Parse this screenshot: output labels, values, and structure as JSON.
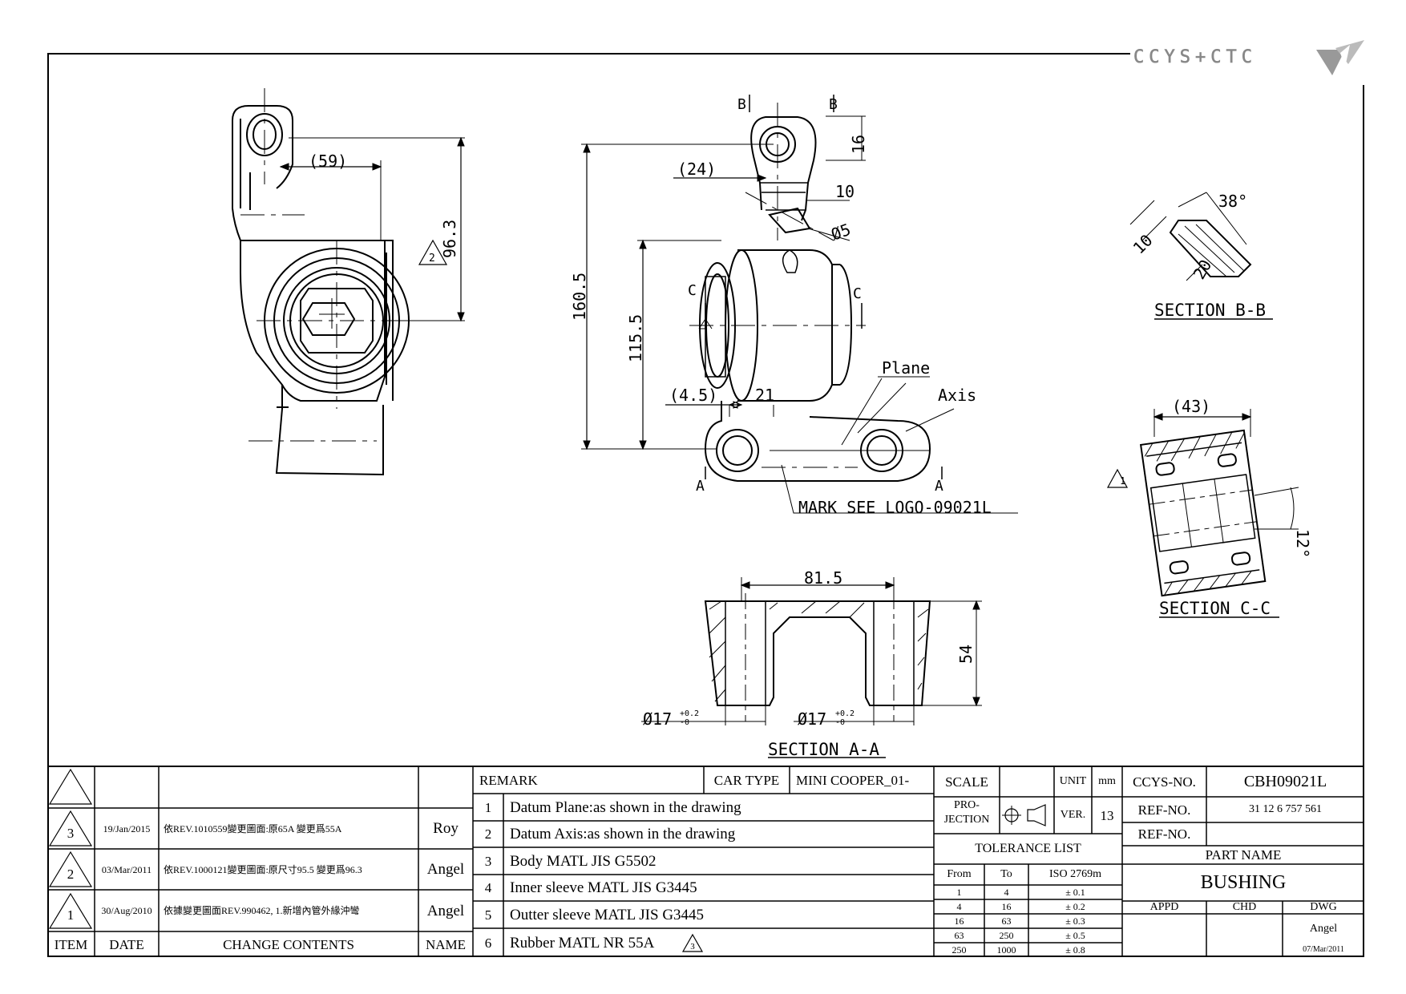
{
  "logo_text": "CCYS+CTC",
  "dims": {
    "d59": "(59)",
    "d963": "96.3",
    "d1605": "160.5",
    "d1155": "115.5",
    "d24": "(24)",
    "d16": "16",
    "d10": "10",
    "d5": "Ø5",
    "d45": "(4.5)",
    "d21": "21",
    "d815": "81.5",
    "d54": "54",
    "phi17a": "Ø17",
    "phi17b": "Ø17",
    "tol_up": "+0.2",
    "tol_dn": "-0",
    "d43": "(43)",
    "d12": "12°",
    "d38": "38°",
    "d10b": "10",
    "d20": "20",
    "rev2": "2",
    "rev1": "1",
    "rev3": "3"
  },
  "labels": {
    "plane": "Plane",
    "axis": "Axis",
    "mark": "MARK SEE LOGO-09021L",
    "sec_aa": "SECTION A-A",
    "sec_bb": "SECTION B-B",
    "sec_cc": "SECTION C-C",
    "A1": "A",
    "A2": "A",
    "B1": "B",
    "B2": "B",
    "C1": "C",
    "C2": "C"
  },
  "revisions": [
    {
      "item": "3",
      "date": "19/Jan/2015",
      "change": "依REV.1010559變更圖面:原65A  變更爲55A",
      "name": "Roy"
    },
    {
      "item": "2",
      "date": "03/Mar/2011",
      "change": "依REV.1000121變更圖面:原尺寸95.5  變更爲96.3",
      "name": "Angel"
    },
    {
      "item": "1",
      "date": "30/Aug/2010",
      "change": "依據變更圖面REV.990462, 1.新增內管外緣沖彎",
      "name": "Angel"
    }
  ],
  "rev_header": {
    "item": "ITEM",
    "date": "DATE",
    "change": "CHANGE CONTENTS",
    "name": "NAME"
  },
  "remark": {
    "title": "REMARK",
    "car_type_label": "CAR TYPE",
    "car_type": "MINI COOPER_01-",
    "items": [
      {
        "no": "1",
        "text": "Datum Plane:as shown in the drawing"
      },
      {
        "no": "2",
        "text": "Datum Axis:as shown in the drawing"
      },
      {
        "no": "3",
        "text": "Body MATL JIS G5502"
      },
      {
        "no": "4",
        "text": "Inner sleeve MATL JIS G3445"
      },
      {
        "no": "5",
        "text": "Outter sleeve MATL JIS G3445"
      },
      {
        "no": "6",
        "text": "Rubber MATL NR 55A",
        "flag": "3"
      }
    ]
  },
  "spec": {
    "scale_label": "SCALE",
    "unit_label": "UNIT",
    "unit": "mm",
    "projection_label_1": "PRO-",
    "projection_label_2": "JECTION",
    "ver_label": "VER.",
    "ver": "13",
    "tolerance_title": "TOLERANCE LIST",
    "tol_headers": {
      "from": "From",
      "to": "To",
      "iso": "ISO 2769m"
    },
    "tolerances": [
      {
        "from": "1",
        "to": "4",
        "tol": "± 0.1"
      },
      {
        "from": "4",
        "to": "16",
        "tol": "± 0.2"
      },
      {
        "from": "16",
        "to": "63",
        "tol": "± 0.3"
      },
      {
        "from": "63",
        "to": "250",
        "tol": "± 0.5"
      },
      {
        "from": "250",
        "to": "1000",
        "tol": "± 0.8"
      }
    ]
  },
  "part": {
    "ccys_label": "CCYS-NO.",
    "ccys": "CBH09021L",
    "ref_label_1": "REF-NO.",
    "ref_1": "31 12 6 757 561",
    "ref_label_2": "REF-NO.",
    "ref_2": "",
    "part_name_label": "PART NAME",
    "part_name": "BUSHING",
    "appd": "APPD",
    "chd": "CHD",
    "dwg": "DWG",
    "dwg_name": "Angel",
    "dwg_date": "07/Mar/2011"
  }
}
